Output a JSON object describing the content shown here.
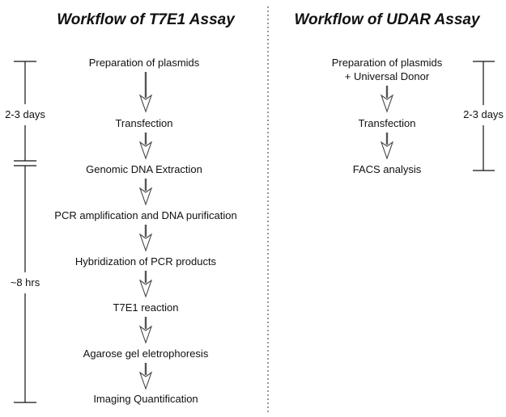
{
  "t7e1": {
    "title": "Workflow of T7E1 Assay",
    "steps": [
      "Preparation of plasmids",
      "Transfection",
      "Genomic DNA Extraction",
      "PCR amplification and DNA purification",
      "Hybridization of PCR products",
      "T7E1 reaction",
      "Agarose gel eletrophoresis",
      "Imaging Quantification"
    ],
    "durations": [
      "2-3 days",
      "~8 hrs"
    ]
  },
  "udar": {
    "title": "Workflow of UDAR Assay",
    "steps": [
      [
        "Preparation of plasmids",
        "+ Universal Donor"
      ],
      "Transfection",
      "FACS analysis"
    ],
    "duration": "2-3 days"
  }
}
